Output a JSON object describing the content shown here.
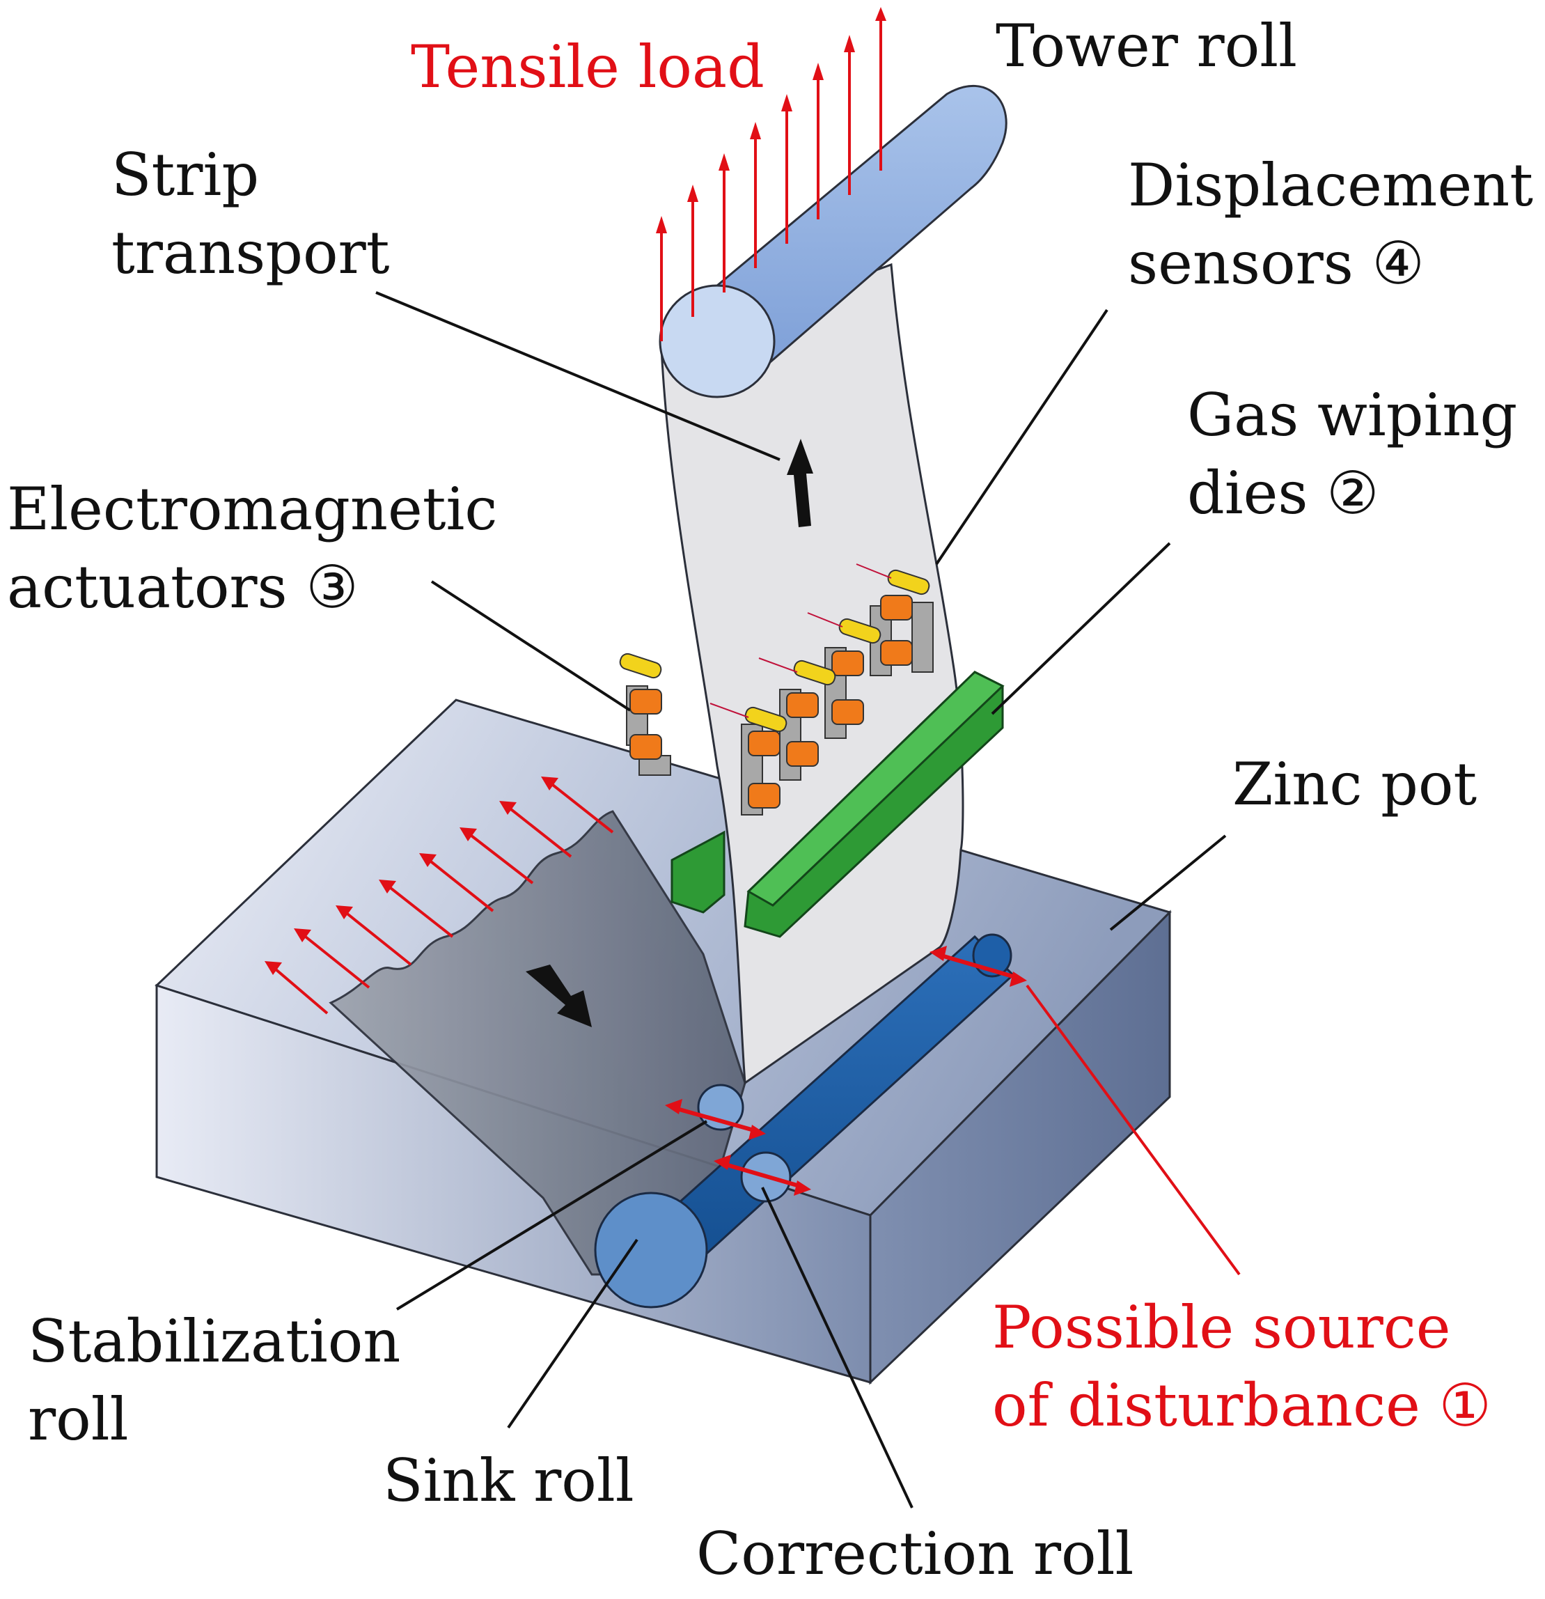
{
  "labels": {
    "tensile_load": "Tensile load",
    "tower_roll": "Tower roll",
    "strip_transport": [
      "Strip",
      "transport"
    ],
    "displacement_sensors": [
      "Displacement",
      "sensors ④"
    ],
    "gas_wiping_dies": [
      "Gas wiping",
      "dies ②"
    ],
    "electromagnetic_actuators": [
      "Electromagnetic",
      "actuators ③"
    ],
    "zinc_pot": "Zinc pot",
    "stabilization_roll": [
      "Stabilization",
      "roll"
    ],
    "sink_roll": "Sink roll",
    "correction_roll": "Correction roll",
    "possible_source": [
      "Possible source",
      "of disturbance ①"
    ]
  },
  "colors": {
    "red": "#e10f16",
    "tower_roll": "#8fb0e0",
    "gas_die": "#2e9a35",
    "sensor": "#f2d31c",
    "actuator": "#f07a1a",
    "zinc_pot": "#8a9ab8",
    "sink_roll": "#1e5fa8",
    "strip": "#e8e8ea"
  },
  "icons": [
    "black-arrow",
    "red-arrow",
    "double-red-arrow"
  ]
}
